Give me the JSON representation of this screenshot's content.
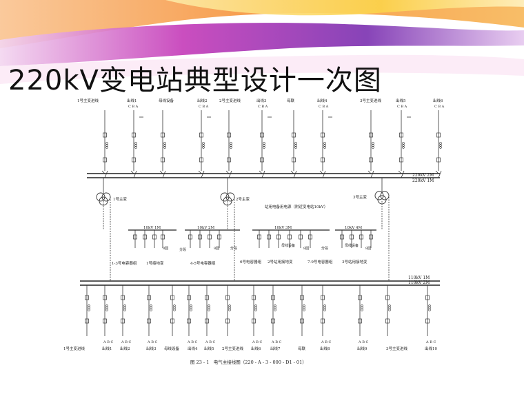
{
  "slide": {
    "title": "220kV变电站典型设计一次图"
  },
  "diagram": {
    "top_labels": [
      "1号主变进线",
      "出线1",
      "母线设备",
      "出线2",
      "2号主变进线",
      "出线3",
      "母联",
      "出线4",
      "3号主变进线",
      "出线5",
      "出线6"
    ],
    "phase_cba": "C B A",
    "bus_220_2m": "220kV 2M",
    "bus_220_1m": "220kV 1M",
    "transformer_labels": [
      "1号主变",
      "2号主变",
      "3号主变"
    ],
    "station_power_note": "站用电备用电源（附近变电站10kV）",
    "bus_10kv": [
      "10kV 1M",
      "10kV 2M",
      "10kV 3M",
      "10kV 4M"
    ],
    "section_labels": [
      "分段",
      "分段",
      "分段"
    ],
    "loop_labels": [
      "8回",
      "8回",
      "8回",
      "8回"
    ],
    "busbar_device": "母线设备",
    "lower10_labels": [
      "1-3号电容器组",
      "1号接地变",
      "4-5号电容器组",
      "6号电容器组",
      "2号站用接地变",
      "7-9号电容器组",
      "3号站用接地变"
    ],
    "bus_110_1m": "110kV 1M",
    "bus_110_2m": "110kV 2M",
    "phase_abc": "A B C",
    "bottom_labels": [
      "1号主变进线",
      "出线1",
      "出线2",
      "出线3",
      "母线设备",
      "出线4",
      "出线5",
      "2号主变进线",
      "出线6",
      "出线7",
      "母联",
      "出线8",
      "出线9",
      "3号主变进线",
      "出线10"
    ],
    "caption": "图 23 - 1　电气主接线图（220 - A - 3 - 000 - D1 - 01）"
  }
}
